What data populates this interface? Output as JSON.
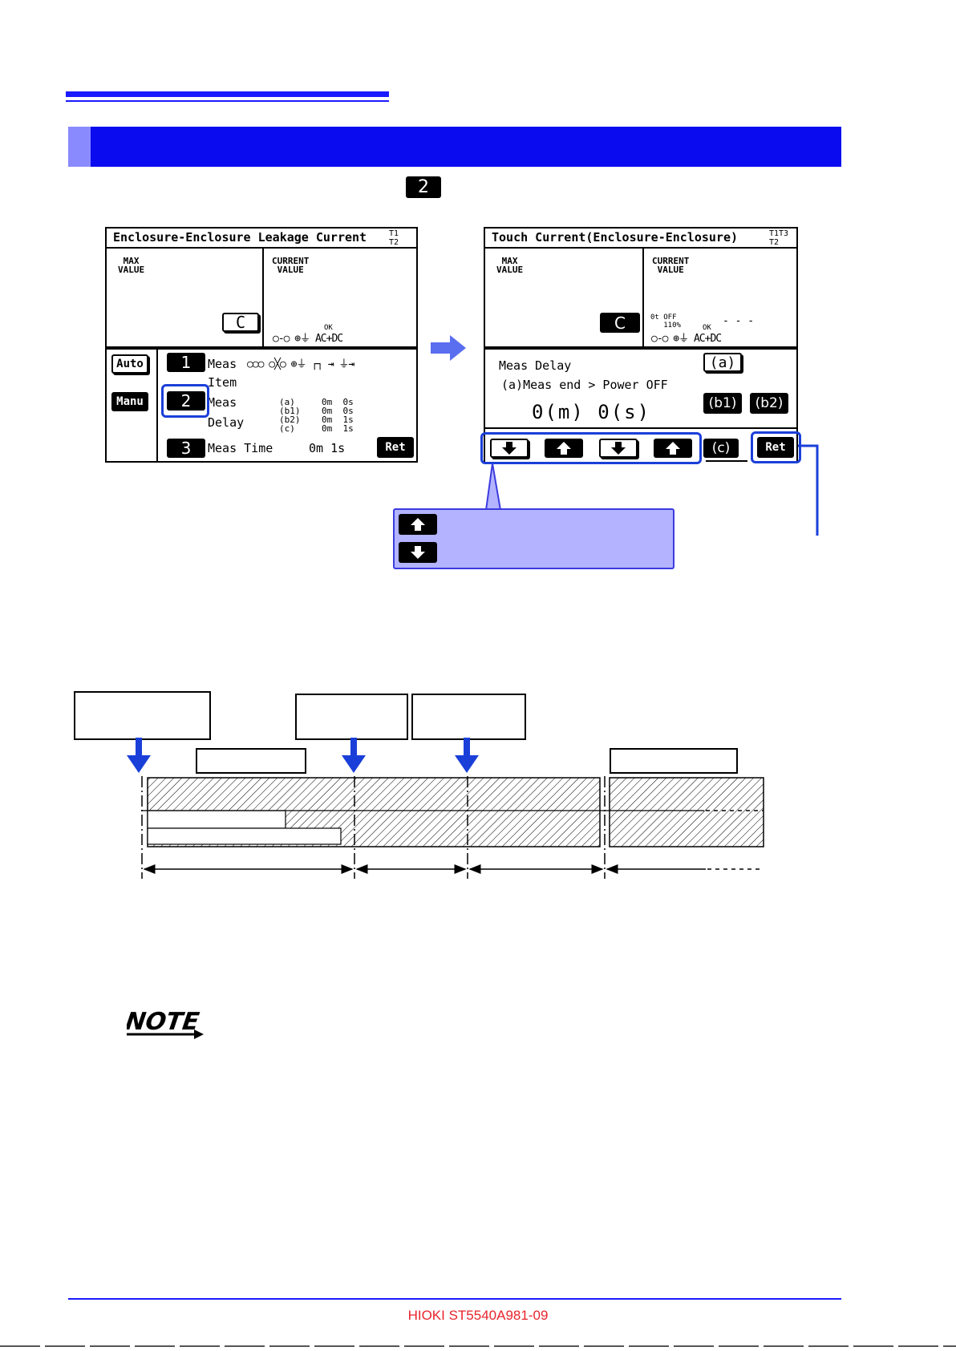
{
  "page": {
    "inline_key": "2",
    "footer": "HIOKI ST5540A981-09"
  },
  "left_screen": {
    "title": "Enclosure-Enclosure Leakage Current",
    "title_sup": "T1",
    "title_sub": "T2",
    "max_label": " MAX\nVALUE",
    "current_label": "CURRENT\n VALUE",
    "c_key": "C",
    "status_symbols": "○-○ ⊕⏚ AC+DC",
    "ok_mark": "OK",
    "auto_btn": "Auto",
    "manu_btn": "Manu",
    "key1": "1",
    "key2": "2",
    "key3": "3",
    "meas_label": "Meas",
    "meas_symbols": "○○○ ○╳○ ⊕⏚ ┌┐ ⇥ ⏚⇥",
    "item_label": "Item",
    "meas2_label": "Meas",
    "delay_label": "Delay",
    "delays": "(a)     0m  0s\n(b1)    0m  0s\n(b2)    0m  1s\n(c)     0m  1s",
    "meas_time_label": "Meas Time",
    "meas_time_value": "0m 1s",
    "ret_btn": "Ret"
  },
  "right_screen": {
    "title": "Touch Current(Enclosure-Enclosure)",
    "title_sup": "T1T3",
    "title_sub": "T2",
    "max_label": " MAX\nVALUE",
    "current_label": "CURRENT\n VALUE",
    "c_key": "C",
    "power_off": "0t OFF\n   110%",
    "dashes": "- - -",
    "status_symbols": "○-○ ⊕⏚ AC+DC",
    "ok_mark": "OK",
    "meas_delay": "Meas Delay",
    "a_btn": "(a)",
    "desc": "(a)Meas end > Power OFF",
    "value": "0(m)  0(s)",
    "b1_btn": "(b1)",
    "b2_btn": "(b2)",
    "c_btn": "(c)",
    "ret_btn": "Ret"
  },
  "callout": {
    "up_icon": "up-arrow-icon",
    "down_icon": "down-arrow-icon"
  },
  "colors": {
    "accent": "#0b0bf0",
    "highlight": "#1a3fd9",
    "callout_fill": "#b3b3ff",
    "footer": "#e8242c"
  }
}
